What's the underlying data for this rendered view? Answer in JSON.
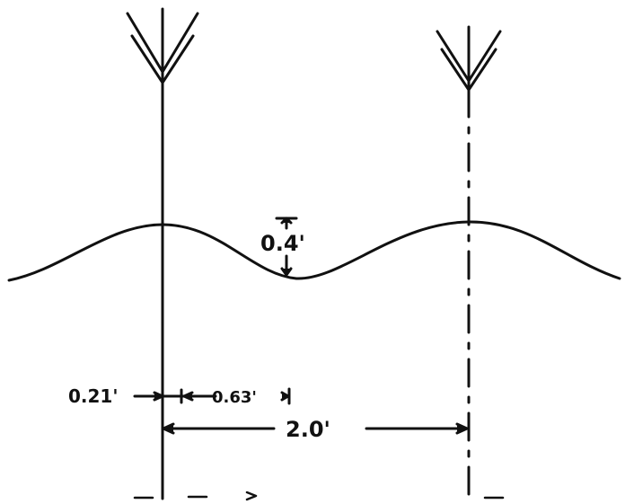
{
  "diagram": {
    "colors": {
      "ink": "#111111",
      "background": "#ffffff"
    },
    "labels": {
      "amplitude": "0.4'",
      "offset_left": "0.21'",
      "offset_right": "0.63'",
      "spacing": "2.0'"
    },
    "plants": [
      {
        "icon": "plant-icon",
        "count": 2
      }
    ]
  }
}
